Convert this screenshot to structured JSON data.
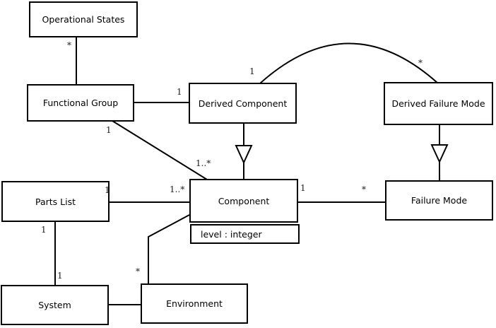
{
  "diagram": {
    "classes": {
      "operational_states": {
        "name": "Operational States"
      },
      "functional_group": {
        "name": "Functional Group"
      },
      "derived_component": {
        "name": "Derived Component"
      },
      "derived_failure_mode": {
        "name": "Derived Failure Mode"
      },
      "parts_list": {
        "name": "Parts List"
      },
      "component": {
        "name": "Component",
        "attribute": "level : integer"
      },
      "failure_mode": {
        "name": "Failure Mode"
      },
      "system": {
        "name": "System"
      },
      "environment": {
        "name": "Environment"
      }
    },
    "multiplicities": {
      "os_fg_star": "*",
      "fg_dc_one": "1",
      "dc_dfm_one": "1",
      "dc_dfm_star": "*",
      "fg_comp_one": "1",
      "fg_comp_many": "1..*",
      "pl_comp_one": "1",
      "pl_comp_many": "1..*",
      "comp_fm_one": "1",
      "comp_fm_star": "*",
      "pl_sys_one_top": "1",
      "pl_sys_one_bottom": "1",
      "env_comp_star": "*"
    },
    "icons": {
      "generalization": "hollow-triangle-down-icon"
    },
    "colors": {
      "line": "#000000",
      "box_fill": "#ffffff",
      "text": "#000000"
    }
  }
}
